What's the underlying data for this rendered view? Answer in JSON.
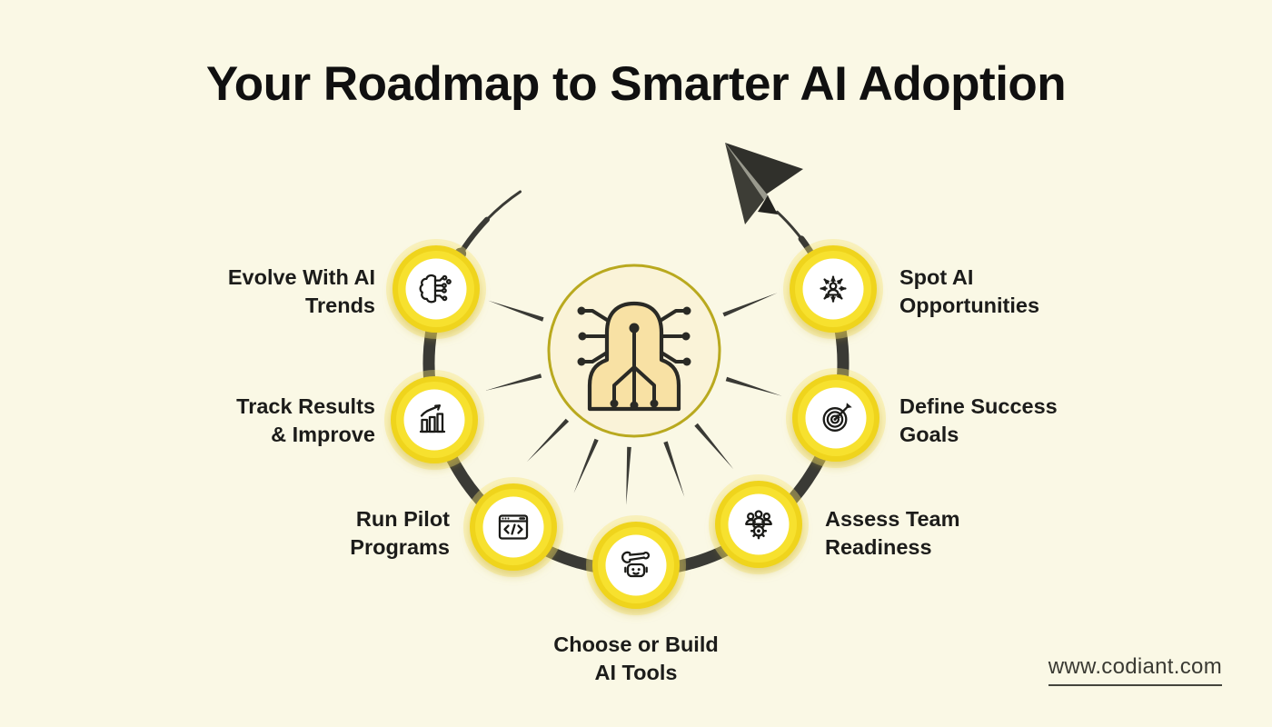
{
  "title": "Your Roadmap to Smarter AI Adoption",
  "website": "www.codiant.com",
  "center": {
    "icon": "ai-human-circuit-icon"
  },
  "decorations": [
    "paper-plane-icon",
    "circular-roadmap-arc",
    "sun-rays"
  ],
  "steps": [
    {
      "id": "spot-ai-opportunities",
      "label_line1": "Spot AI",
      "label_line2": "Opportunities",
      "icon": "person-expand-arrows-icon"
    },
    {
      "id": "define-success-goals",
      "label_line1": "Define Success",
      "label_line2": "Goals",
      "icon": "target-arrow-icon"
    },
    {
      "id": "assess-team-readiness",
      "label_line1": "Assess Team",
      "label_line2": "Readiness",
      "icon": "team-gear-icon"
    },
    {
      "id": "choose-or-build-ai-tools",
      "label_line1": "Choose or Build",
      "label_line2": "AI Tools",
      "icon": "robot-wrench-icon"
    },
    {
      "id": "run-pilot-programs",
      "label_line1": "Run Pilot",
      "label_line2": "Programs",
      "icon": "code-window-icon"
    },
    {
      "id": "track-results-improve",
      "label_line1": "Track Results",
      "label_line2": "& Improve",
      "icon": "bar-chart-growth-icon"
    },
    {
      "id": "evolve-with-ai-trends",
      "label_line1": "Evolve With AI",
      "label_line2": "Trends",
      "icon": "brain-circuit-icon"
    }
  ],
  "colors": {
    "background": "#FAF8E5",
    "accent_yellow": "#F5DE26",
    "arc_dark": "#3A3A35",
    "hub_fill": "#FAF3D8",
    "hub_border": "#B9A91F",
    "icon_tan": "#F8E1A4",
    "text": "#1C1C1A"
  }
}
